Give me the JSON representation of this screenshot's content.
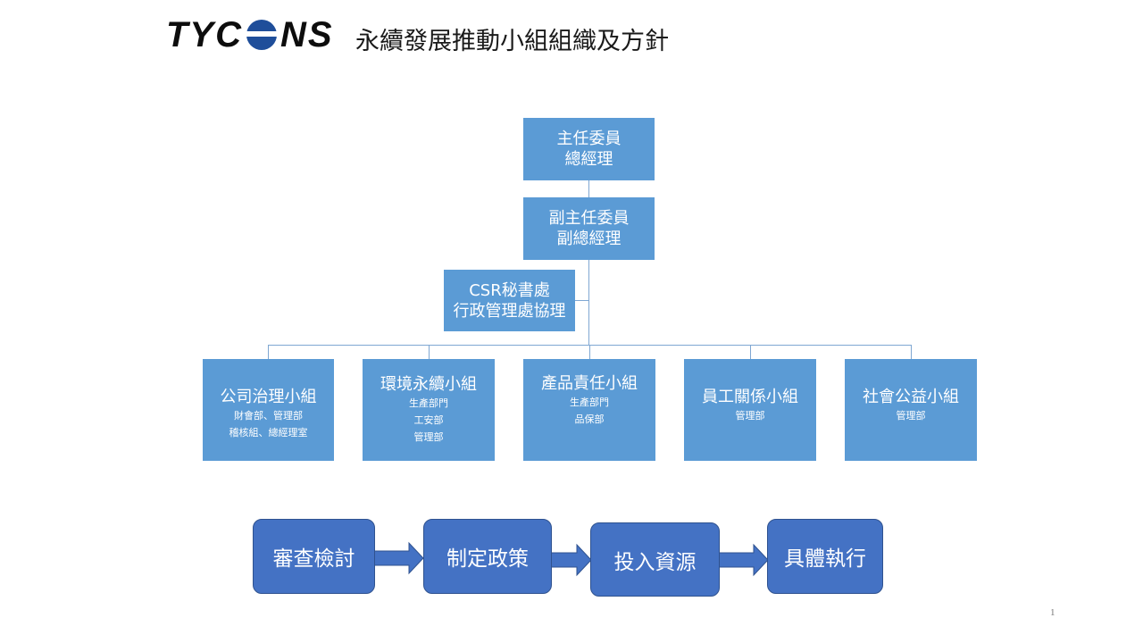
{
  "header": {
    "logo_left": "TYC",
    "logo_right": "NS",
    "title": "永續發展推動小組組織及方針"
  },
  "org": {
    "chair": {
      "line1": "主任委員",
      "line2": "總經理"
    },
    "vice_chair": {
      "line1": "副主任委員",
      "line2": "副總經理"
    },
    "secretariat": {
      "line1": "CSR秘書處",
      "line2": "行政管理處協理"
    },
    "teams": [
      {
        "title": "公司治理小組",
        "depts": [
          "財會部、管理部",
          "稽核組、總經理室"
        ]
      },
      {
        "title": "環境永續小組",
        "depts": [
          "生產部門",
          "工安部",
          "管理部"
        ]
      },
      {
        "title": "產品責任小組",
        "depts": [
          "生產部門",
          "品保部"
        ]
      },
      {
        "title": "員工關係小組",
        "depts": [
          "管理部"
        ]
      },
      {
        "title": "社會公益小組",
        "depts": [
          "管理部"
        ]
      }
    ]
  },
  "flow": {
    "steps": [
      "審查檢討",
      "制定政策",
      "投入資源",
      "具體執行"
    ]
  },
  "page_number": "1",
  "colors": {
    "org_box": "#5b9bd5",
    "flow_box": "#4472c4",
    "connector": "#7fa7d2"
  }
}
